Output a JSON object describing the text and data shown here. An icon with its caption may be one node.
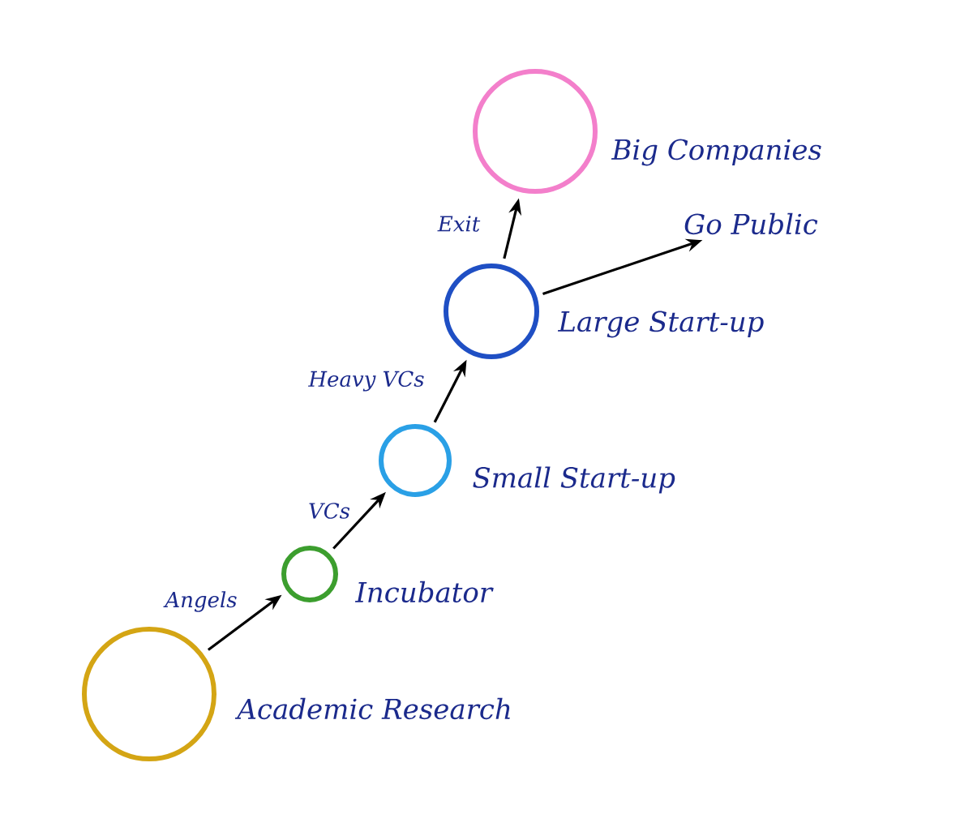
{
  "diagram": {
    "nodes": [
      {
        "text": [],
        "shape": "circle",
        "beside": [
          "Academic Research"
        ]
      },
      {
        "text": [],
        "shape": "circle",
        "beside": [
          "Incubator"
        ]
      },
      {
        "text": [],
        "shape": "circle",
        "beside": [
          "Small Start-up"
        ]
      },
      {
        "text": [],
        "shape": "circle",
        "beside": [
          "Large Start-up"
        ]
      },
      {
        "text": [],
        "shape": "circle",
        "beside": [
          "Big Companies"
        ]
      },
      {
        "text": [
          "Go Public"
        ]
      }
    ],
    "edges": [
      {
        "from": 0,
        "to": 1,
        "arrow": "to",
        "label": "Angels"
      },
      {
        "from": 1,
        "to": 2,
        "arrow": "to",
        "label": "VCs"
      },
      {
        "from": 2,
        "to": 3,
        "arrow": "to",
        "label": "Heavy VCs"
      },
      {
        "from": 3,
        "to": 4,
        "arrow": "to",
        "label": "Exit"
      },
      {
        "from": 3,
        "to": 5,
        "arrow": "to"
      }
    ]
  }
}
